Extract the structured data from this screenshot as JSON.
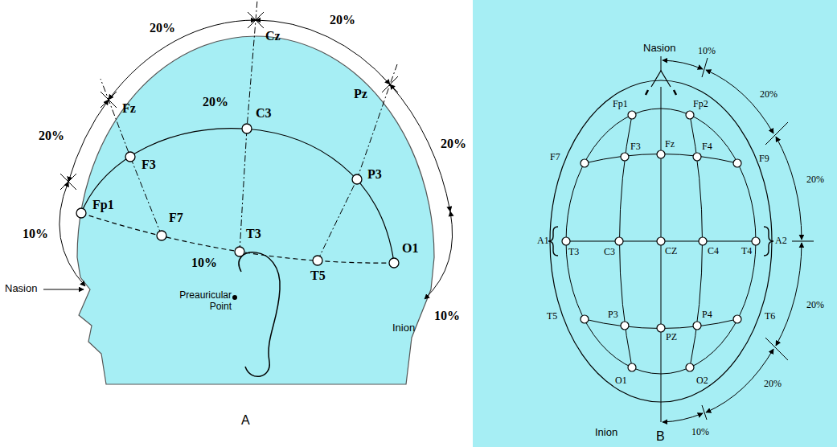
{
  "diagram": {
    "labels": [
      "20%",
      "20%",
      "Cz",
      "20%",
      "Fz",
      "F3",
      "C3",
      "20%",
      "Pz",
      "P3",
      "20%",
      "Fp1",
      "10%",
      "F7",
      "T3",
      "10%",
      "T5",
      "O1",
      "10%",
      "Nasion",
      "Preauricular Point",
      "Inion",
      "A",
      "Nasion",
      "10%",
      "20%",
      "Fp1",
      "Fp2",
      "F7",
      "F3",
      "Fz",
      "F4",
      "F9",
      "20%",
      "A1",
      "T3",
      "C3",
      "CZ",
      "C4",
      "T4",
      "A2",
      "20%",
      "T5",
      "P3",
      "PZ",
      "P4",
      "T6",
      "20%",
      "O1",
      "O2",
      "Inion",
      "10%",
      "B"
    ]
  }
}
